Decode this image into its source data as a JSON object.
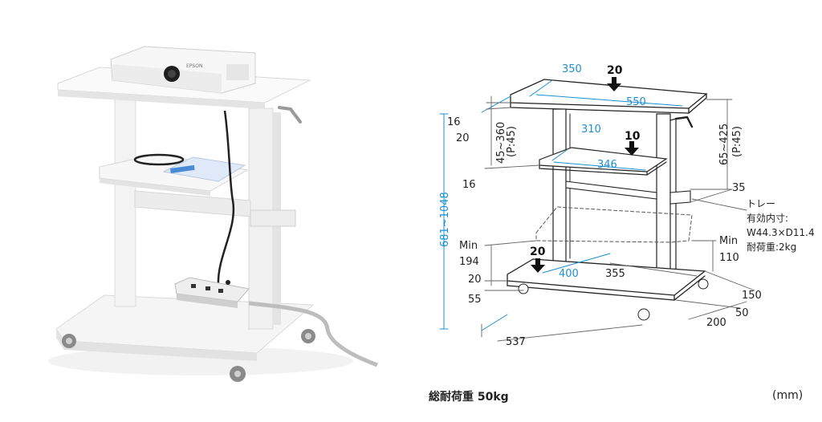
{
  "top": {
    "depth": "350",
    "width": "550",
    "load": "20"
  },
  "height": {
    "total": "681~1048",
    "upper": "45~360",
    "upper_pitch": "(P:45)",
    "lower": "65~425",
    "lower_pitch": "(P:45)"
  },
  "thickness": {
    "top_a": "16",
    "top_b": "20",
    "shelf": "16"
  },
  "shelf": {
    "depth": "310",
    "width": "346",
    "load": "10",
    "gap": "35"
  },
  "tray": {
    "title": "トレー",
    "inner_label": "有効内寸:",
    "inner_size": "W44.3×D11.4",
    "load_label": "耐荷重:2kg"
  },
  "base": {
    "min_label_left": "Min",
    "min_value_left": "194",
    "min_label_right": "Min",
    "min_value_right": "110",
    "board": "20",
    "caster": "55",
    "load": "20",
    "depth": "400",
    "inner": "355",
    "width": "537",
    "d1": "150",
    "d2": "50",
    "d3": "200"
  },
  "footer": {
    "total_load": "総耐荷重 50kg",
    "unit": "(mm)"
  },
  "photo_labels": {
    "projector": "EPSON"
  }
}
